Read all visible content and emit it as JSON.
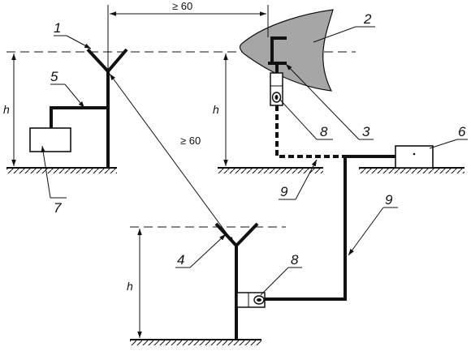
{
  "dimensions": {
    "top_clearance": "≥ 60",
    "diagonal_clearance": "≥ 60",
    "height_left": "h",
    "height_middle": "h",
    "height_bottom": "h"
  },
  "callouts": {
    "n1": "1",
    "n2": "2",
    "n3": "3",
    "n4": "4",
    "n5": "5",
    "n6": "6",
    "n7": "7",
    "n8_top": "8",
    "n8_bottom": "8",
    "n9_middle": "9",
    "n9_right": "9"
  },
  "colors": {
    "line": "#111111",
    "obstacle_fill": "#a6a6a6",
    "background": "#ffffff"
  }
}
